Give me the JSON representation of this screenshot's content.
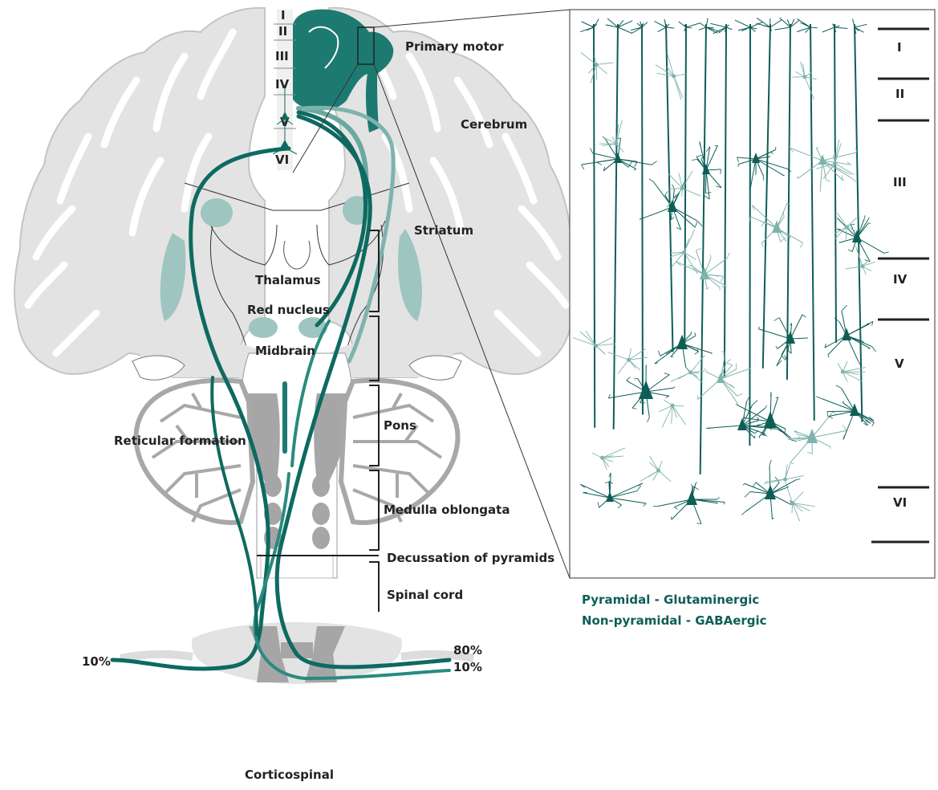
{
  "colors": {
    "tract": "#0e6a60",
    "tract_light": "#6aa8a1",
    "motor_cortex": "#1d7a70",
    "striatum": "#9ec5c0",
    "brain_gray": "#e3e3e3",
    "brain_outline": "#bdbdbd",
    "brainstem_dark": "#a6a6a6",
    "neuron_dark": "#0e5e57",
    "neuron_light": "#7fb3ad",
    "legend_text": "#0e5e57"
  },
  "brain_labels": {
    "primary_motor": "Primary motor",
    "cerebrum": "Cerebrum",
    "striatum": "Striatum",
    "thalamus": "Thalamus",
    "red_nucleus": "Red nucleus",
    "midbrain": "Midbrain",
    "reticular_formation": "Reticular formation",
    "pons": "Pons",
    "medulla_oblongata": "Medulla oblongata",
    "decussation_of_pyramids": "Decussation of pyramids",
    "spinal_cord": "Spinal cord",
    "corticospinal": "Corticospinal"
  },
  "percentages": {
    "left": "10%",
    "right_top": "80%",
    "right_bottom": "10%"
  },
  "small_layers": [
    "I",
    "II",
    "III",
    "IV",
    "V",
    "VI"
  ],
  "inset_layers": [
    "I",
    "II",
    "III",
    "IV",
    "V",
    "VI"
  ],
  "legend": {
    "pyramidal": "Pyramidal - Glutaminergic",
    "non_pyramidal": "Non-pyramidal - GABAergic"
  }
}
